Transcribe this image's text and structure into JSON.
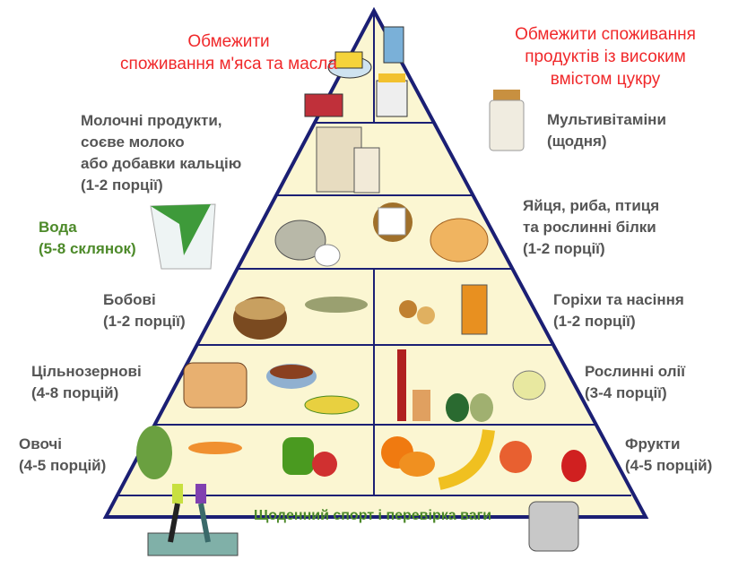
{
  "colors": {
    "outline": "#1b1f74",
    "fill": "#fbf6d2",
    "limit_text": "#f0282a",
    "green_text": "#4d8a2a",
    "label_text": "#555555"
  },
  "limits": {
    "meat_butter": [
      "Обмежити",
      "споживання м'яса та масла"
    ],
    "sugar": [
      "Обмежити споживання",
      "продуктів із високим",
      "вмістом цукру"
    ]
  },
  "groups": {
    "dairy": [
      "Молочні продукти,",
      "соєве молоко",
      "або добавки кальцію",
      "(1-2 порції)"
    ],
    "multivitamins": [
      "Мультивітаміни",
      "(щодня)"
    ],
    "water": [
      "Вода",
      "(5-8 склянок)"
    ],
    "protein": [
      "Яйця, риба, птиця",
      "та рослинні білки",
      "(1-2 порції)"
    ],
    "legumes": [
      "Бобові",
      "(1-2 порції)"
    ],
    "nuts": [
      "Горіхи та насіння",
      "(1-2 порції)"
    ],
    "whole_grains": [
      "Цільнозернові",
      "(4-8 порцій)"
    ],
    "oils": [
      "Рослинні олії",
      "(3-4 порції)"
    ],
    "vegetables": [
      "Овочі",
      "(4-5 порцій)"
    ],
    "fruits": [
      "Фрукти",
      "(4-5 порцій)"
    ]
  },
  "base": {
    "label": "Щоденний спорт і перевірка ваги"
  }
}
